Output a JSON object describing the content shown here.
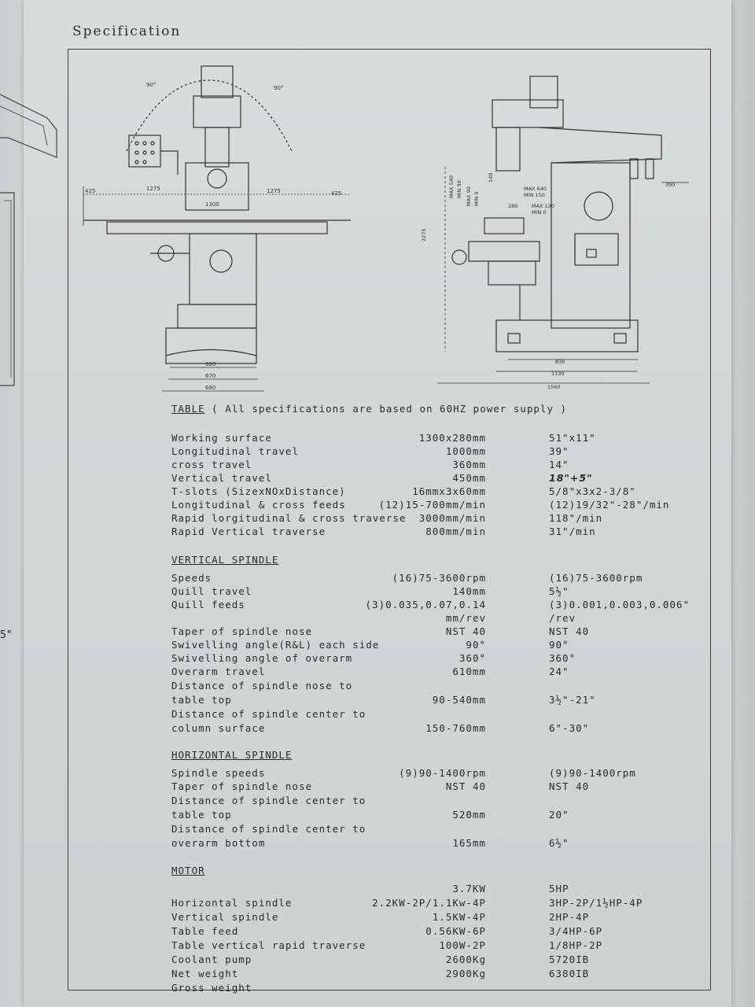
{
  "header": {
    "title": "Specification"
  },
  "margin": {
    "left_mark": "5\""
  },
  "drawing_labels": {
    "front_angle_left": "90°",
    "front_angle_right": "90°",
    "dim_425_left": "425",
    "dim_1275_left": "1275",
    "dim_1275_right": "1275",
    "dim_425_right": "425",
    "dim_1300": "1300",
    "dim_600": "600",
    "dim_670": "670",
    "dim_680": "680",
    "side_max540": "MAX 540",
    "side_min90": "MIN 90",
    "side_max90": "MAX 90",
    "side_min0": "MIN 0",
    "side_max640": "MAX 640",
    "side_min150": "MIN 150",
    "side_280": "280",
    "side_max120": "MAX 120",
    "side_min0b": "MIN 0",
    "side_2275": "2275",
    "side_390": "390",
    "side_140": "140",
    "side_830": "830",
    "side_1130": "1130",
    "side_1560": "1560"
  },
  "table_section": {
    "heading": "TABLE",
    "note": "( All specifications are based on 60HZ power supply )",
    "rows": [
      {
        "label": "Working surface",
        "metric": "1300x280mm",
        "imperial": "51\"x11\""
      },
      {
        "label": "Longitudinal travel",
        "metric": "1000mm",
        "imperial": "39\""
      },
      {
        "label": "cross travel",
        "metric": "360mm",
        "imperial": "14\""
      },
      {
        "label": "Vertical travel",
        "metric": "450mm",
        "imperial": "18\"+5\""
      },
      {
        "label": "T-slots (SizexNOxDistance)",
        "metric": "16mmx3x60mm",
        "imperial": "5/8\"x3x2-3/8\""
      },
      {
        "label": "Longitudinal & cross feeds",
        "metric": "(12)15-700mm/min",
        "imperial": "(12)19/32\"-28\"/min"
      },
      {
        "label": "Rapid lorgitudinal & cross traverse",
        "metric": "3000mm/min",
        "imperial": "118\"/min"
      },
      {
        "label": "Rapid Vertical traverse",
        "metric": "800mm/min",
        "imperial": "31\"/min"
      }
    ]
  },
  "vertical_spindle": {
    "heading": "VERTICAL SPINDLE",
    "rows": [
      {
        "label": "Speeds",
        "metric": "(16)75-3600rpm",
        "imperial": "(16)75-3600rpm"
      },
      {
        "label": "Quill travel",
        "metric": "140mm",
        "imperial": "5½\""
      },
      {
        "label": "Quill feeds",
        "metric": "(3)0.035,0.07,0.14",
        "imperial": "(3)0.001,0.003,0.006\""
      },
      {
        "label": "",
        "metric": "mm/rev",
        "imperial": "/rev"
      },
      {
        "label": "Taper of spindle nose",
        "metric": "NST 40",
        "imperial": "NST 40"
      },
      {
        "label": "Swivelling angle(R&L) each side",
        "metric": "90°",
        "imperial": "90°"
      },
      {
        "label": "Swivelling angle of overarm",
        "metric": "360°",
        "imperial": "360°"
      },
      {
        "label": "Overarm travel",
        "metric": "610mm",
        "imperial": "24\""
      },
      {
        "label": "Distance of spindle nose to",
        "metric": "",
        "imperial": ""
      },
      {
        "label": "table top",
        "metric": "90-540mm",
        "imperial": "3½\"-21\""
      },
      {
        "label": "Distance of spindle center to",
        "metric": "",
        "imperial": ""
      },
      {
        "label": "column surface",
        "metric": "150-760mm",
        "imperial": "6\"-30\""
      }
    ]
  },
  "horizontal_spindle": {
    "heading": "HORIZONTAL SPINDLE",
    "rows": [
      {
        "label": "Spindle speeds",
        "metric": "(9)90-1400rpm",
        "imperial": "(9)90-1400rpm"
      },
      {
        "label": "Taper of spindle nose",
        "metric": "NST 40",
        "imperial": "NST 40"
      },
      {
        "label": "Distance of spindle center to",
        "metric": "",
        "imperial": ""
      },
      {
        "label": "table top",
        "metric": "520mm",
        "imperial": "20\""
      },
      {
        "label": "Distance of spindle center to",
        "metric": "",
        "imperial": ""
      },
      {
        "label": "overarm bottom",
        "metric": "165mm",
        "imperial": "6½\""
      }
    ]
  },
  "motor": {
    "heading": "MOTOR",
    "rows": [
      {
        "label": "",
        "metric": "3.7KW",
        "imperial": "5HP"
      },
      {
        "label": "Horizontal spindle",
        "metric": "2.2KW-2P/1.1Kw-4P",
        "imperial": "3HP-2P/1½HP-4P"
      },
      {
        "label": "Vertical spindle",
        "metric": "1.5KW-4P",
        "imperial": "2HP-4P"
      },
      {
        "label": "Table feed",
        "metric": "0.56KW-6P",
        "imperial": "3/4HP-6P"
      },
      {
        "label": "Table vertical rapid traverse",
        "metric": "100W-2P",
        "imperial": "1/8HP-2P"
      },
      {
        "label": "Coolant pump",
        "metric": "2600Kg",
        "imperial": "5720IB"
      },
      {
        "label": "Net weight",
        "metric": "2900Kg",
        "imperial": "6380IB"
      },
      {
        "label": "Gross weight",
        "metric": "",
        "imperial": ""
      }
    ]
  }
}
